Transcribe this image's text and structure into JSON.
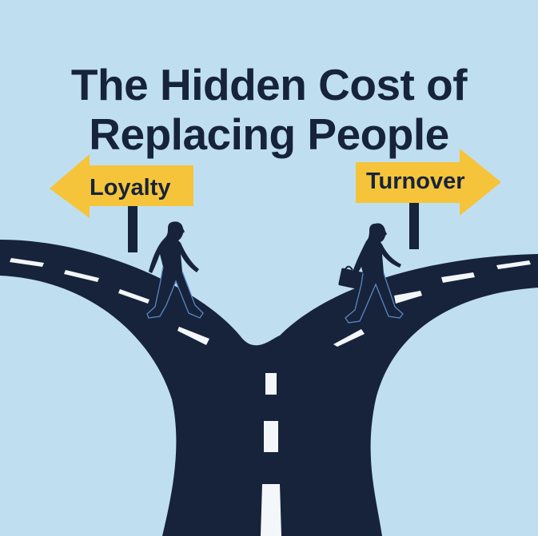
{
  "title": {
    "line1": "The Hidden Cost of",
    "line2": "Replacing People"
  },
  "signs": {
    "left": {
      "label": "Loyalty",
      "direction": "left",
      "icon": "arrow-left-sign"
    },
    "right": {
      "label": "Turnover",
      "direction": "right",
      "icon": "arrow-right-sign"
    }
  },
  "figures": {
    "left": {
      "icon": "walking-person",
      "carrying": "none"
    },
    "right": {
      "icon": "walking-person-with-briefcase",
      "carrying": "briefcase"
    }
  },
  "colors": {
    "background": "#bfdff0",
    "road": "#16233b",
    "lane_marking": "#f4f7fa",
    "sign": "#f5c43a",
    "text": "#16233b",
    "figure_outline": "#5b86c4"
  }
}
